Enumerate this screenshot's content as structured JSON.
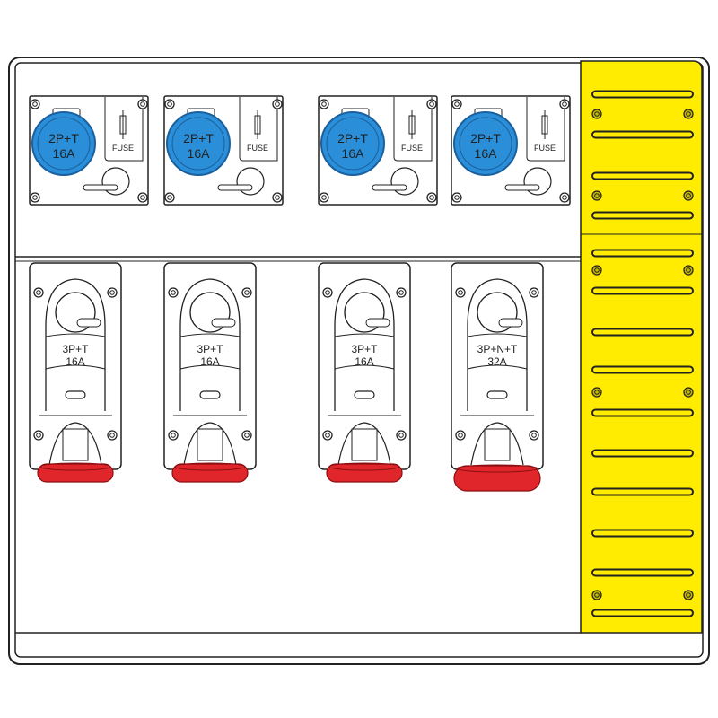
{
  "colors": {
    "blue": "#2a8fd8",
    "blue_dark": "#1a5f9e",
    "red": "#e0262b",
    "yellow": "#ffec00",
    "line": "#222222"
  },
  "top_row": [
    {
      "line1": "2P+T",
      "line2": "16A",
      "fuse_label": "FUSE"
    },
    {
      "line1": "2P+T",
      "line2": "16A",
      "fuse_label": "FUSE"
    },
    {
      "line1": "2P+T",
      "line2": "16A",
      "fuse_label": "FUSE"
    },
    {
      "line1": "2P+T",
      "line2": "16A",
      "fuse_label": "FUSE"
    }
  ],
  "bottom_row": [
    {
      "line1": "3P+T",
      "line2": "16A"
    },
    {
      "line1": "3P+T",
      "line2": "16A"
    },
    {
      "line1": "3P+T",
      "line2": "16A"
    },
    {
      "line1": "3P+N+T",
      "line2": "32A"
    }
  ]
}
